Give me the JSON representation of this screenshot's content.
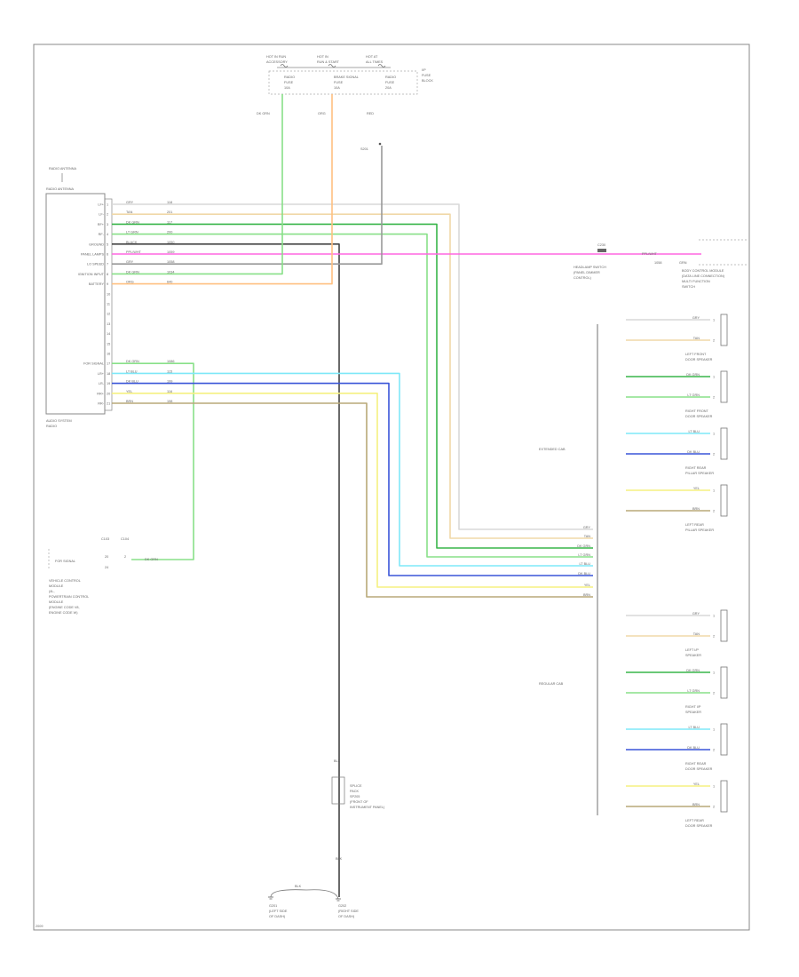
{
  "colors": {
    "white": "#d8d8d8",
    "tan": "#f0d8a8",
    "dkgrn": "#39b54a",
    "ltgrn": "#88e088",
    "ltblu": "#7ee8f8",
    "dkblu": "#3a55d8",
    "yel": "#f5f080",
    "brn": "#b8a878",
    "pink": "#ff66e0",
    "orange": "#ffc080",
    "black": "#444444",
    "gray": "#999999"
  },
  "diagram": {
    "top_fuses": {
      "fuse1_a": "HOT IN RUN",
      "fuse1_b": "ACCESSORY",
      "fuse2_a": "HOT IN",
      "fuse2_b": "RUN & START",
      "fuse3_a": "HOT AT",
      "fuse3_b": "ALL TIMES",
      "f1_label_a": "RADIO",
      "f1_label_b": "FUSE",
      "f1_label_c": "10A",
      "f2_label_a": "BRAKE SIGNAL",
      "f2_label_b": "FUSE",
      "f2_label_c": "10A",
      "f3_label_a": "RADIO",
      "f3_label_b": "FUSE",
      "f3_label_c": "20A",
      "side_label_a": "I/P",
      "side_label_b": "FUSE",
      "side_label_c": "BLOCK",
      "w1": "DK GRN",
      "w2": "ORG",
      "w3": "RED",
      "splice": "S201"
    },
    "radio": {
      "header_a": "RADIO ANTENNA",
      "header_b": "RADIO ANTENNA",
      "name_a": "AUDIO SYSTEM",
      "name_b": "RADIO",
      "pins": [
        {
          "label": "LF+",
          "wire": "GRY",
          "num": "118"
        },
        {
          "label": "LF-",
          "wire": "TAN",
          "num": "201"
        },
        {
          "label": "RF+",
          "wire": "DK GRN",
          "num": "117"
        },
        {
          "label": "RF-",
          "wire": "LT GRN",
          "num": "200"
        },
        {
          "label": "GROUND",
          "wire": "BLACK",
          "num": "1050"
        },
        {
          "label": "PANEL LAMPS",
          "wire": "PPL/WHT",
          "num": "1059"
        },
        {
          "label": "LO SPEED",
          "wire": "GRY",
          "num": "1058"
        },
        {
          "label": "IGNITION INPUT",
          "wire": "DK GRN",
          "num": "1034"
        },
        {
          "label": "BATTERY",
          "wire": "ORG",
          "num": "640"
        },
        {
          "label": "",
          "wire": "",
          "num": ""
        },
        {
          "label": "",
          "wire": "",
          "num": ""
        },
        {
          "label": "",
          "wire": "",
          "num": ""
        },
        {
          "label": "",
          "wire": "",
          "num": ""
        },
        {
          "label": "",
          "wire": "",
          "num": ""
        },
        {
          "label": "",
          "wire": "",
          "num": ""
        },
        {
          "label": "",
          "wire": "",
          "num": ""
        },
        {
          "label": "FOR SIGNAL",
          "wire": "DK GRN",
          "num": "1086"
        },
        {
          "label": "LR+",
          "wire": "LT BLU",
          "num": "115"
        },
        {
          "label": "LR-",
          "wire": "DK BLU",
          "num": "199"
        },
        {
          "label": "RR+",
          "wire": "YEL",
          "num": "116"
        },
        {
          "label": "RR-",
          "wire": "BRN",
          "num": "198"
        }
      ]
    },
    "dimmer": {
      "connector": "C230",
      "wire": "PPL/WHT",
      "num": "1058",
      "ground_label": "GRN",
      "name_a": "HEADLAMP SWITCH",
      "name_b": "(PANEL DIMMER",
      "name_c": "CONTROL)",
      "right_a": "BODY CONTROL MODULE",
      "right_b": "(DATA LINE CONNECTION)",
      "right_c": "MULTI FUNCTION",
      "right_d": "SWITCH"
    },
    "lower_left": {
      "c1": "C103",
      "c2": "C104",
      "label": "FOR SIGNAL",
      "wire": "DK GRN",
      "num_a": "2",
      "num_b": "20",
      "num_c": "24",
      "mod_a": "VEHICLE CONTROL",
      "mod_b": "MODULE",
      "mod_c": "(4L,",
      "mod_d": "POWERTRAIN CONTROL",
      "mod_e": "MODULE",
      "mod_f": "(ENGINE CODE V8,",
      "mod_g": "ENGINE CODE W)"
    },
    "splitter": {
      "ext_cab": "EXTENDED CAB",
      "reg_cab": "REGULAR CAB",
      "top_wires": [
        "GRY",
        "TAN",
        "DK GRN",
        "LT GRN",
        "LT BLU",
        "DK BLU",
        "YEL",
        "BRN"
      ]
    },
    "speakers_ext": [
      {
        "w1": "GRY",
        "w2": "TAN",
        "name": "LEFT FRONT DOOR SPEAKER"
      },
      {
        "w1": "DK GRN",
        "w2": "LT GRN",
        "name": "RIGHT FRONT DOOR SPEAKER"
      },
      {
        "w1": "LT BLU",
        "w2": "DK BLU",
        "name": "RIGHT REAR PILLAR SPEAKER"
      },
      {
        "w1": "YEL",
        "w2": "BRN",
        "name": "LEFT REAR PILLAR SPEAKER"
      }
    ],
    "speakers_reg": [
      {
        "w1": "GRY",
        "w2": "TAN",
        "name": "LEFT I/P SPEAKER"
      },
      {
        "w1": "DK GRN",
        "w2": "LT GRN",
        "name": "RIGHT I/P SPEAKER"
      },
      {
        "w1": "LT BLU",
        "w2": "DK BLU",
        "name": "RIGHT REAR DOOR SPEAKER"
      },
      {
        "w1": "YEL",
        "w2": "BRN",
        "name": "LEFT REAR DOOR SPEAKER"
      }
    ],
    "ground": {
      "wire": "BLK",
      "splice_a": "SPLICE",
      "splice_b": "PACK",
      "splice_c": "SP205",
      "splice_d": "(FRONT OF",
      "splice_e": "INSTRUMENT PANEL)",
      "g1_a": "G201",
      "g1_b": "(LEFT SIDE",
      "g1_c": "OF DASH)",
      "g2_a": "G202",
      "g2_b": "(RIGHT SIDE",
      "g2_c": "OF DASH)",
      "bottom_wire": "BLK"
    },
    "footer": "2009"
  }
}
